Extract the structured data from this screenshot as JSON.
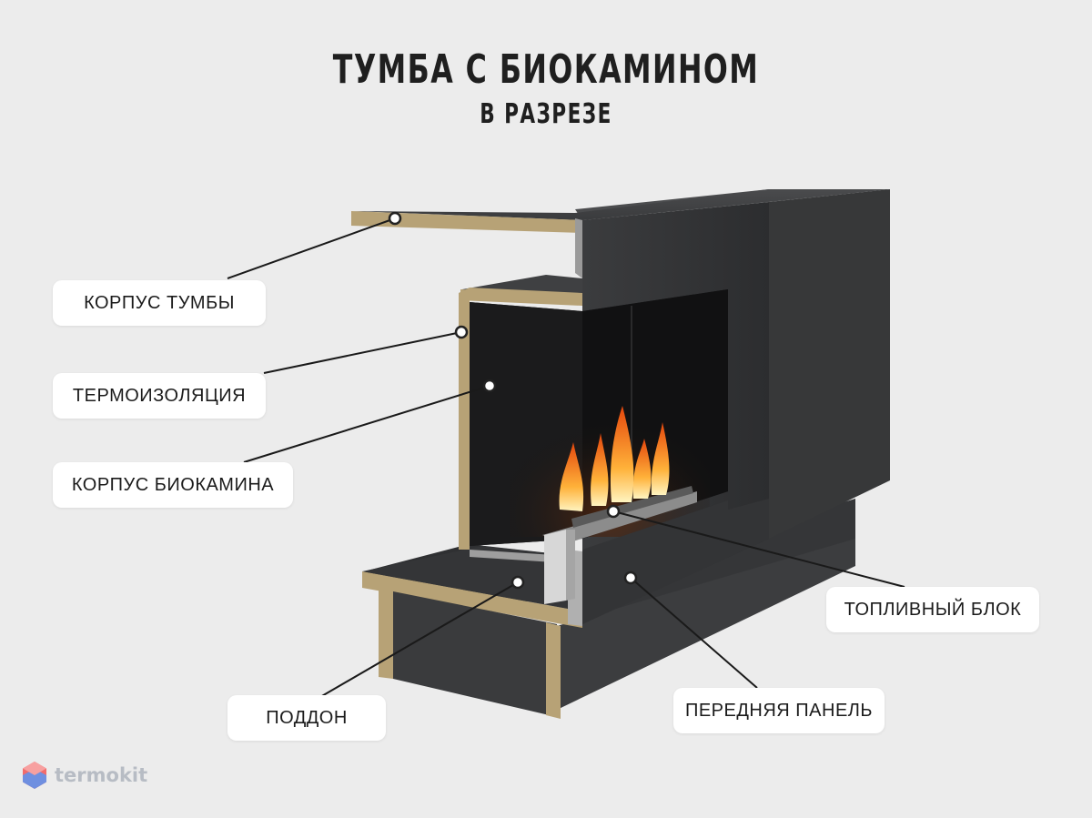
{
  "header": {
    "title": "ТУМБА С БИОКАМИНОМ",
    "subtitle": "В РАЗРЕЗЕ"
  },
  "labels": {
    "cabinet_body": "КОРПУС ТУМБЫ",
    "thermal_insulation": "ТЕРМОИЗОЛЯЦИЯ",
    "firebox_body": "КОРПУС БИОКАМИНА",
    "fuel_block": "ТОПЛИВНЫЙ БЛОК",
    "tray": "ПОДДОН",
    "front_panel": "ПЕРЕДНЯЯ ПАНЕЛЬ"
  },
  "brand": {
    "name": "termokit",
    "icon": "hexagon-logo-icon"
  },
  "colors": {
    "background": "#ececec",
    "cabinet": "#3a3b3d",
    "insulation": "#b7a276",
    "firebox": "#151516",
    "flame": "#ff8a1c",
    "leader_line": "#1a1a1a"
  }
}
